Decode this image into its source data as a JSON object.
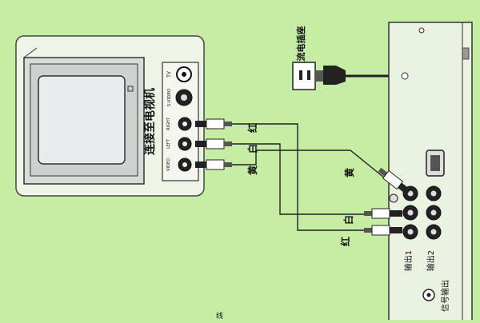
{
  "tv": {
    "label": "连接至电视机",
    "s_video_label": "S-VIDEO",
    "tv_label": "TV",
    "jack_labels": [
      "RIGHT",
      "LEFT",
      "VIDEO"
    ]
  },
  "power": {
    "label": "交流电插座"
  },
  "cable_colors": {
    "red": "红",
    "white": "白",
    "yellow": "黄"
  },
  "player": {
    "out1_label": "输出1",
    "out2_label": "输出2",
    "signal_out_label": "信号输出"
  },
  "colors": {
    "background": "#c6eda4",
    "device_fill": "#eaf3e2",
    "screen_fill": "#e8ecec",
    "line": "#222222"
  }
}
